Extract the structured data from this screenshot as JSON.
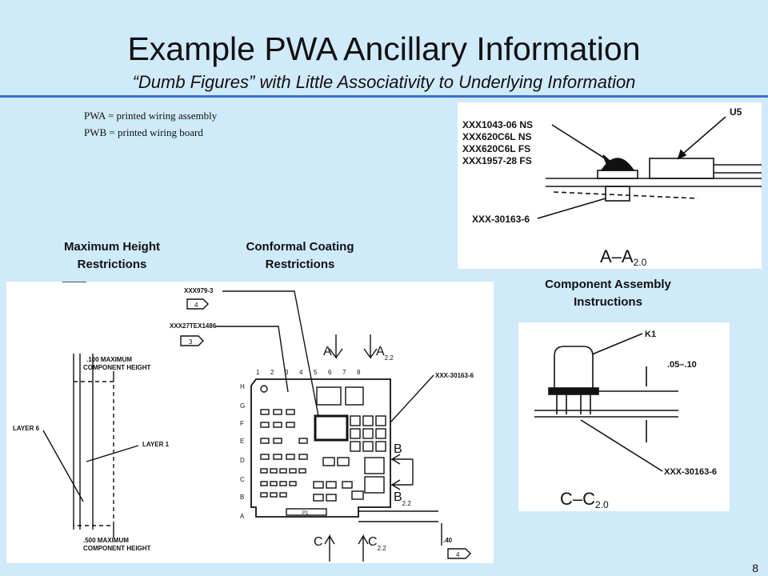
{
  "slide": {
    "title": "Example PWA Ancillary Information",
    "subtitle": "“Dumb Figures” with Little Associativity to Underlying Information",
    "number": "8"
  },
  "notes": {
    "line1": "PWA = printed wiring assembly",
    "line2": "PWB = printed wiring board"
  },
  "labels": {
    "max_height_1": "Maximum Height",
    "max_height_2": "Restrictions",
    "conformal_1": "Conformal Coating",
    "conformal_2": "Restrictions",
    "assembly_1": "Component Assembly",
    "assembly_2": "Instructions"
  },
  "figure_aa": {
    "callouts": [
      "XXX1043-06 NS",
      "XXX620C6L NS",
      "XXX620C6L FS",
      "XXX1957-28 FS"
    ],
    "bottom_callout": "XXX-30163-6",
    "ref": "U5",
    "section": "A–A",
    "section_sub": "2.0"
  },
  "figure_cc": {
    "ref": "K1",
    "dim": ".05–.10",
    "callout": "XXX-30163-6",
    "section": "C–C",
    "section_sub": "2.0"
  },
  "figure_main": {
    "top_dim": ".100 MAXIMUM",
    "top_dim_2": "COMPONENT HEIGHT",
    "bottom_dim": ".500 MAXIMUM",
    "bottom_dim_2": "COMPONENT HEIGHT",
    "layer6": "LAYER 6",
    "layer1": "LAYER 1",
    "callout1": "XXX979-3",
    "tag1": "4",
    "callout2": "XXX27TEX1486",
    "tag2": "3",
    "board_callout": "XXX-30163-6",
    "col_labels": [
      "1",
      "2",
      "3",
      "4",
      "5",
      "6",
      "7",
      "8"
    ],
    "row_labels": [
      "H",
      "G",
      "F",
      "E",
      "D",
      "C",
      "B",
      "A"
    ],
    "sec_a": "A",
    "sec_a2": "A",
    "sec_a2_sub": "2.2",
    "sec_b": "B",
    "sec_b2": "B",
    "sec_b2_sub": "2.2",
    "sec_c": "C",
    "sec_c2": "C",
    "sec_c2_sub": "2.2",
    "dim_40": ".40",
    "tag3": "4",
    "p1": "P1"
  }
}
